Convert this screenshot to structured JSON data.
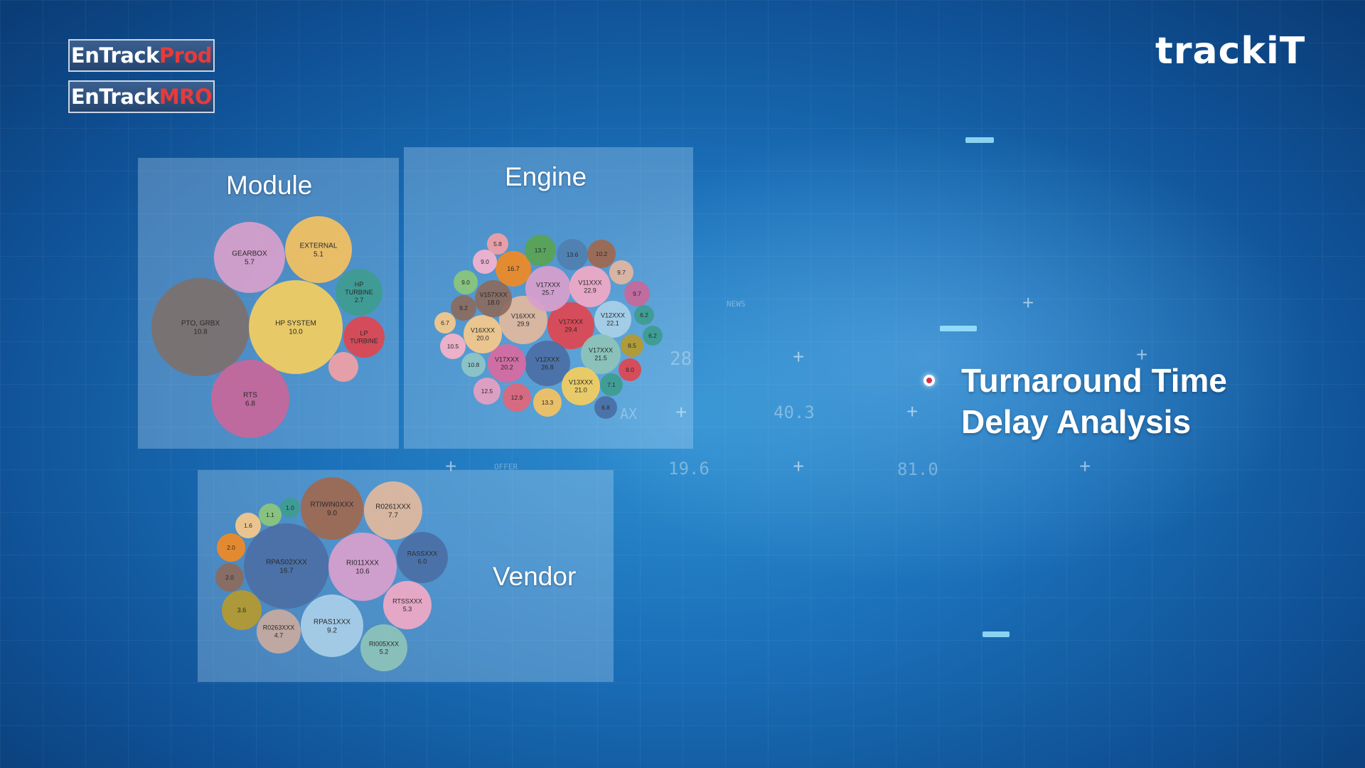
{
  "brand": {
    "entrackprod": {
      "part1": "EnTrack",
      "part2": "Prod"
    },
    "entrackmro": {
      "part1": "EnTrack",
      "part2": "MRO"
    },
    "logo": "trackiT"
  },
  "panels": {
    "module": {
      "title": "Module"
    },
    "engine": {
      "title": "Engine"
    },
    "vendor": {
      "title": "Vendor"
    }
  },
  "headline": {
    "line1": "Turnaround Time",
    "line2": "Delay Analysis"
  },
  "background_text": [
    "28",
    "40.3",
    "19.6",
    "81.0",
    "NEWS",
    "OFFER",
    "AX"
  ],
  "colors": {
    "brand_red": "#e83a3a",
    "bullet_red": "#d6334a"
  },
  "chart_data": [
    {
      "type": "bubble",
      "title": "Module",
      "bubbles": [
        {
          "label": "GEARBOX",
          "value": 5.7,
          "color": "#d9a0cc"
        },
        {
          "label": "EXTERNAL",
          "value": 5.1,
          "color": "#f5c15f"
        },
        {
          "label": "HP TURBINE",
          "value": 2.7,
          "color": "#3e9c8f"
        },
        {
          "label": "PTO, GRBX",
          "value": 10.8,
          "color": "#7c706d"
        },
        {
          "label": "HP SYSTEM",
          "value": 10.0,
          "color": "#f4ce5e"
        },
        {
          "label": "LP TURBINE",
          "value": null,
          "color": "#e0454f"
        },
        {
          "label": "RTS",
          "value": 6.8,
          "color": "#c8679a"
        },
        {
          "label": "",
          "value": null,
          "color": "#f2a0a6"
        }
      ]
    },
    {
      "type": "bubble",
      "title": "Engine",
      "bubbles": [
        {
          "label": "V17XXX",
          "value": 29.4,
          "color": "#e0454f"
        },
        {
          "label": "V16XXX",
          "value": 29.9,
          "color": "#e3b89d"
        },
        {
          "label": "V12XXX",
          "value": 26.8,
          "color": "#4b6fa5"
        },
        {
          "label": "V17XXX",
          "value": 25.7,
          "color": "#d9a0cc"
        },
        {
          "label": "V11XXX",
          "value": 22.9,
          "color": "#f2a9c6"
        },
        {
          "label": "V12XXX",
          "value": 22.1,
          "color": "#a9cfe8"
        },
        {
          "label": "V17XXX",
          "value": 21.5,
          "color": "#8ec3b8"
        },
        {
          "label": "V13XXX",
          "value": 21.0,
          "color": "#f4ce5e"
        },
        {
          "label": "V17XXX",
          "value": 20.2,
          "color": "#d96aa0"
        },
        {
          "label": "V16XXX",
          "value": 20.0,
          "color": "#f7c98a"
        },
        {
          "label": "V157XXX",
          "value": 18.0,
          "color": "#8c6a5c"
        },
        {
          "label": "",
          "value": 16.7,
          "color": "#f08a24"
        },
        {
          "label": "",
          "value": 13.7,
          "color": "#5aa352"
        },
        {
          "label": "",
          "value": 13.6,
          "color": "#4f7fb0"
        },
        {
          "label": "",
          "value": 13.3,
          "color": "#f5c15f"
        },
        {
          "label": "",
          "value": 12.9,
          "color": "#e0667a"
        },
        {
          "label": "",
          "value": 12.5,
          "color": "#e8a0c0"
        },
        {
          "label": "",
          "value": 10.8,
          "color": "#8fc7c6"
        },
        {
          "label": "",
          "value": 10.5,
          "color": "#f7b3c8"
        },
        {
          "label": "",
          "value": 10.2,
          "color": "#a0684f"
        },
        {
          "label": "",
          "value": 9.7,
          "color": "#e2b6a0"
        },
        {
          "label": "",
          "value": 9.7,
          "color": "#c8679a"
        },
        {
          "label": "",
          "value": 9.2,
          "color": "#8c6a5c"
        },
        {
          "label": "",
          "value": 9.0,
          "color": "#f5b3cf"
        },
        {
          "label": "",
          "value": 9.0,
          "color": "#8cc77a"
        },
        {
          "label": "",
          "value": 8.5,
          "color": "#b59a2e"
        },
        {
          "label": "",
          "value": 8.0,
          "color": "#e0454f"
        },
        {
          "label": "",
          "value": 7.1,
          "color": "#3e9c8f"
        },
        {
          "label": "",
          "value": 6.8,
          "color": "#4b6fa5"
        },
        {
          "label": "",
          "value": 6.7,
          "color": "#f7c98a"
        },
        {
          "label": "",
          "value": 6.2,
          "color": "#3e9c8f"
        },
        {
          "label": "",
          "value": 6.2,
          "color": "#3e9c8f"
        },
        {
          "label": "",
          "value": 5.8,
          "color": "#f2a0a6"
        }
      ]
    },
    {
      "type": "bubble",
      "title": "Vendor",
      "bubbles": [
        {
          "label": "RPAS02XXX",
          "value": 16.7,
          "color": "#4b6fa5"
        },
        {
          "label": "RI011XXX",
          "value": 10.6,
          "color": "#d9a0cc"
        },
        {
          "label": "RPAS1XXX",
          "value": 9.2,
          "color": "#a9cfe8"
        },
        {
          "label": "RTIWIN0XXX",
          "value": 9.0,
          "color": "#a0684f"
        },
        {
          "label": "R0261XXX",
          "value": 7.7,
          "color": "#e3b89d"
        },
        {
          "label": "RASSXXX",
          "value": 6.0,
          "color": "#4b6fa5"
        },
        {
          "label": "RTSSXXX",
          "value": 5.3,
          "color": "#f2a9c6"
        },
        {
          "label": "RI005XXX",
          "value": 5.2,
          "color": "#8ec3b8"
        },
        {
          "label": "R0263XXX",
          "value": 4.7,
          "color": "#c9aaa0"
        },
        {
          "label": "",
          "value": 3.6,
          "color": "#b59a2e"
        },
        {
          "label": "",
          "value": 2.0,
          "color": "#f08a24"
        },
        {
          "label": "",
          "value": 2.0,
          "color": "#8c6a5c"
        },
        {
          "label": "",
          "value": 1.6,
          "color": "#f7c98a"
        },
        {
          "label": "",
          "value": 1.1,
          "color": "#8cc77a"
        },
        {
          "label": "",
          "value": 1.0,
          "color": "#3e9c8f"
        }
      ]
    }
  ]
}
